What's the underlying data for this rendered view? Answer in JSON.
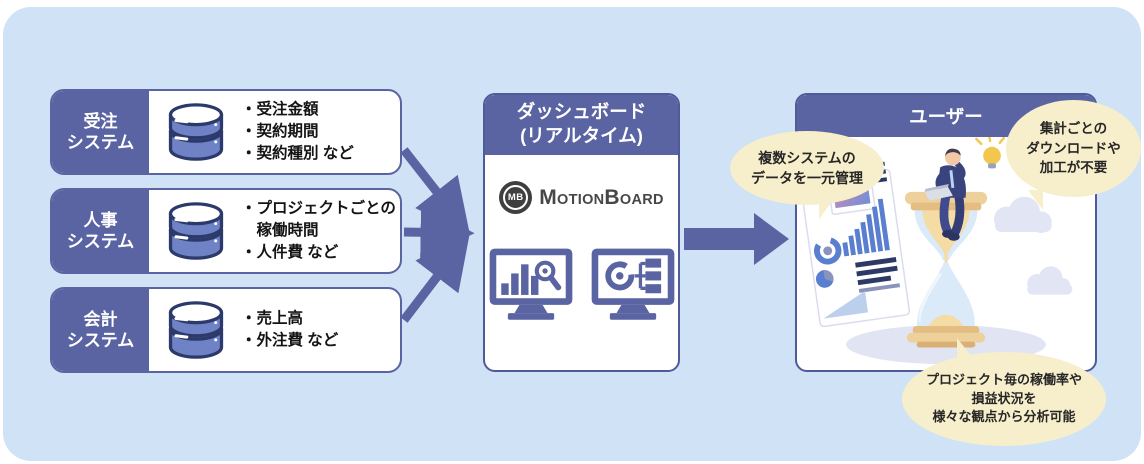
{
  "colors": {
    "background": "#cfe2f6",
    "accent": "#5a64a2",
    "panel_border": "#4f5a99",
    "db_fill": "#6e82c5",
    "db_outline": "#2c3a6b",
    "bubble": "#f7eecb",
    "logo_dark": "#474747"
  },
  "sources": [
    {
      "label": "受注\nシステム",
      "icon": "database-icon",
      "items": [
        "・受注金額",
        "・契約期間",
        "・契約種別 など"
      ]
    },
    {
      "label": "人事\nシステム",
      "icon": "database-icon",
      "items": [
        "・プロジェクトごとの",
        "　稼働時間",
        "・人件費 など"
      ]
    },
    {
      "label": "会計\nシステム",
      "icon": "database-icon",
      "items": [
        "・売上高",
        "・外注費 など"
      ]
    }
  ],
  "dashboard": {
    "title": "ダッシュボード\n(リアルタイム)",
    "logo": {
      "badge": "MB",
      "name_part1": "M",
      "name_part2": "OTION",
      "name_part3": "B",
      "name_part4": "OARD"
    },
    "icons": [
      "bar-chart-search-monitor-icon",
      "donut-chart-tree-monitor-icon"
    ]
  },
  "user_panel": {
    "title": "ユーザー",
    "bubbles": [
      {
        "text": "複数システムの\nデータを一元管理"
      },
      {
        "text": "集計ごとの\nダウンロードや\n加工が不要"
      },
      {
        "text": "プロジェクト毎の稼働率や\n損益状況を\n様々な観点から分析可能"
      }
    ]
  }
}
